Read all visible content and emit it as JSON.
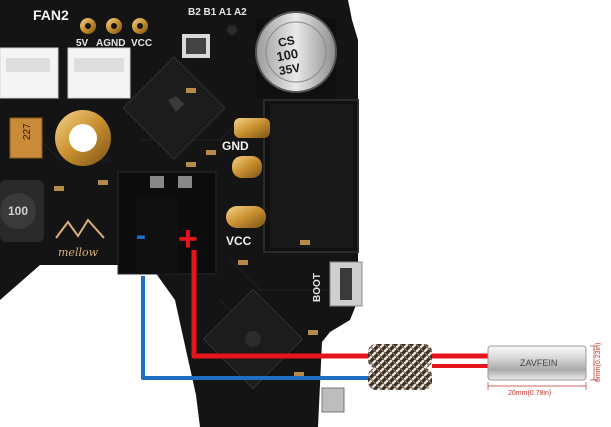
{
  "board": {
    "fan_label": "FAN2",
    "pin_labels": [
      "5V",
      "AGND",
      "VCC"
    ],
    "top_labels": "B2 B1 A1 A2",
    "gnd_label": "GND",
    "vcc_label": "VCC",
    "boot_label": "BOOT",
    "brand_label": "mellow"
  },
  "capacitor": {
    "line1": "CS",
    "line2": "100",
    "line3": "35V"
  },
  "inductor": {
    "label": "100"
  },
  "small_part": {
    "label": "227"
  },
  "polarity": {
    "minus": "-",
    "plus": "+"
  },
  "heater": {
    "length_label": "20mm(0.78in)",
    "diameter_label": "6mm(0.23in)",
    "brand_text": "ZAVFEIN"
  },
  "colors": {
    "board": "#141414",
    "wire_red": "#e8141c",
    "wire_blue": "#1e6fc4",
    "gold": "#d4a24a"
  }
}
